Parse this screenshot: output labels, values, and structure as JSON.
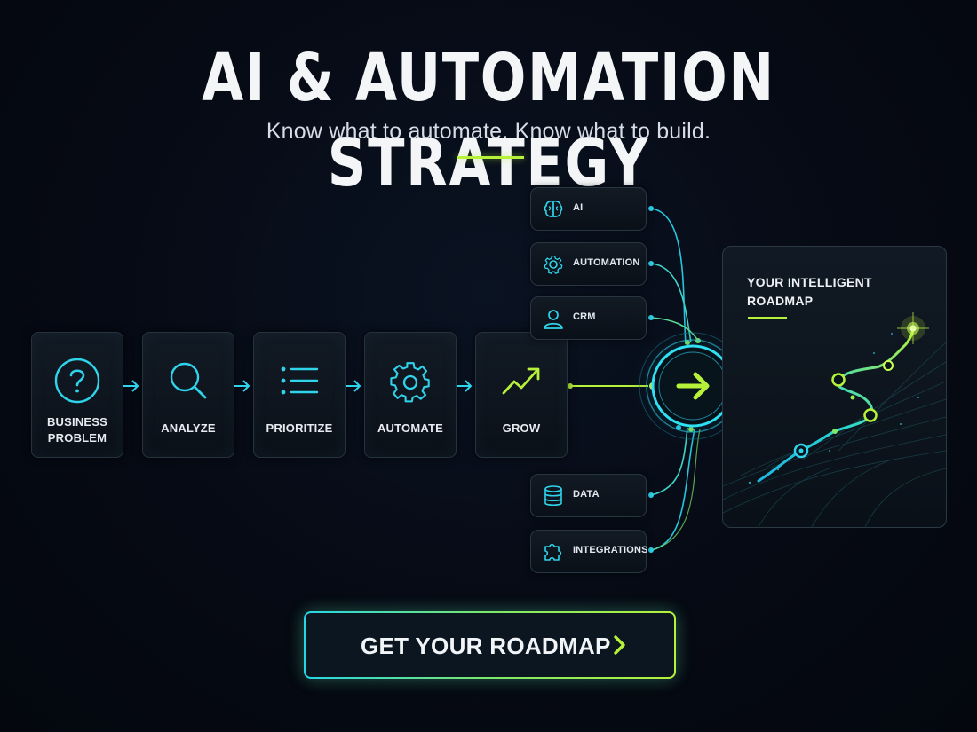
{
  "header": {
    "title": "AI & AUTOMATION STRATEGY",
    "subtitle": "Know what to automate. Know what to build."
  },
  "steps": [
    {
      "label_line1": "BUSINESS",
      "label_line2": "PROBLEM",
      "icon": "question-icon"
    },
    {
      "label": "ANALYZE",
      "icon": "search-icon"
    },
    {
      "label": "PRIORITIZE",
      "icon": "list-icon"
    },
    {
      "label": "AUTOMATE",
      "icon": "gear-icon"
    },
    {
      "label": "GROW",
      "icon": "trend-up-icon"
    }
  ],
  "inputs": [
    {
      "label": "AI",
      "icon": "brain-icon"
    },
    {
      "label": "AUTOMATION",
      "icon": "gear-icon"
    },
    {
      "label": "CRM",
      "icon": "user-icon"
    },
    {
      "label": "DATA",
      "icon": "database-icon"
    },
    {
      "label": "INTEGRATIONS",
      "icon": "puzzle-icon"
    }
  ],
  "roadmap": {
    "title_line1": "YOUR INTELLIGENT",
    "title_line2": "ROADMAP"
  },
  "cta": {
    "label": "GET YOUR ROADMAP"
  },
  "colors": {
    "cyan": "#26d6e6",
    "lime": "#b6f23a",
    "background": "#060a14"
  }
}
